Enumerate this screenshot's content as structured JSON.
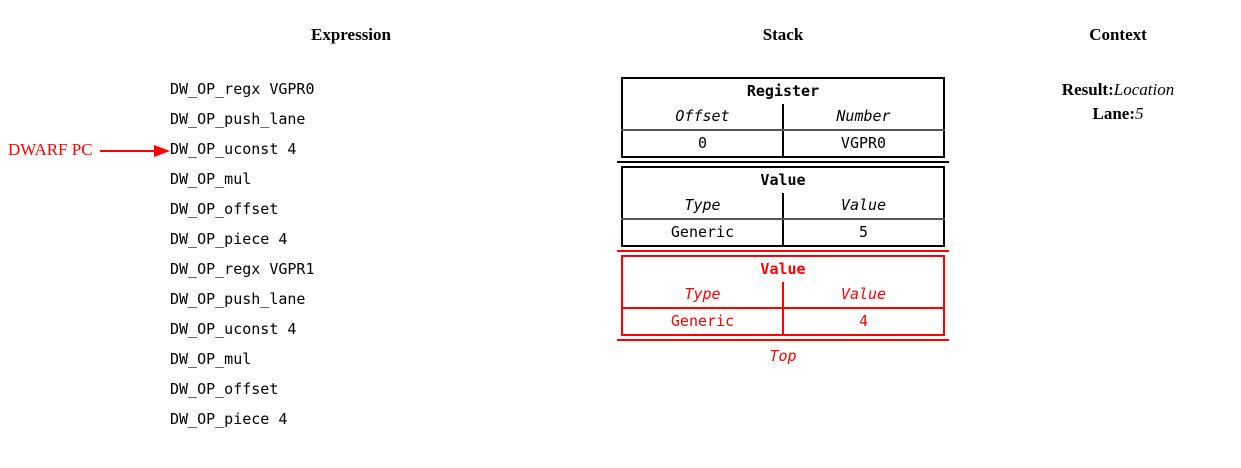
{
  "headings": {
    "expression": "Expression",
    "stack": "Stack",
    "context": "Context"
  },
  "pc_marker": {
    "label": "DWARF PC",
    "color": "#ff0000",
    "points_at_index": 3
  },
  "expression": {
    "lines": [
      "DW_OP_regx VGPR0",
      "DW_OP_push_lane",
      "DW_OP_uconst 4",
      "DW_OP_mul",
      "DW_OP_offset",
      "DW_OP_piece 4",
      "DW_OP_regx VGPR1",
      "DW_OP_push_lane",
      "DW_OP_uconst 4",
      "DW_OP_mul",
      "DW_OP_offset",
      "DW_OP_piece 4"
    ]
  },
  "stack": {
    "top_label": "Top",
    "highlight_color": "#ff0000",
    "entries": [
      {
        "title": "Register",
        "columns": [
          "Offset",
          "Number"
        ],
        "values": [
          "0",
          "VGPR0"
        ],
        "highlighted": false
      },
      {
        "title": "Value",
        "columns": [
          "Type",
          "Value"
        ],
        "values": [
          "Generic",
          "5"
        ],
        "highlighted": false
      },
      {
        "title": "Value",
        "columns": [
          "Type",
          "Value"
        ],
        "values": [
          "Generic",
          "4"
        ],
        "highlighted": true
      }
    ]
  },
  "context": {
    "rows": [
      {
        "key": "Result:",
        "value": "Location"
      },
      {
        "key": "Lane:",
        "value": "5"
      }
    ]
  }
}
